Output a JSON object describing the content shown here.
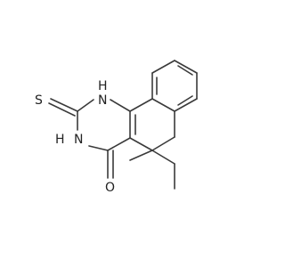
{
  "molecule": {
    "atoms": {
      "nh_top": "N",
      "nh_top_h": "H",
      "nh_left_h": "H",
      "nh_left": "N",
      "sulfur": "S",
      "oxygen": "O"
    },
    "colors": {
      "bond": "#3a3a3a",
      "text": "#222222",
      "background": "#ffffff"
    }
  }
}
